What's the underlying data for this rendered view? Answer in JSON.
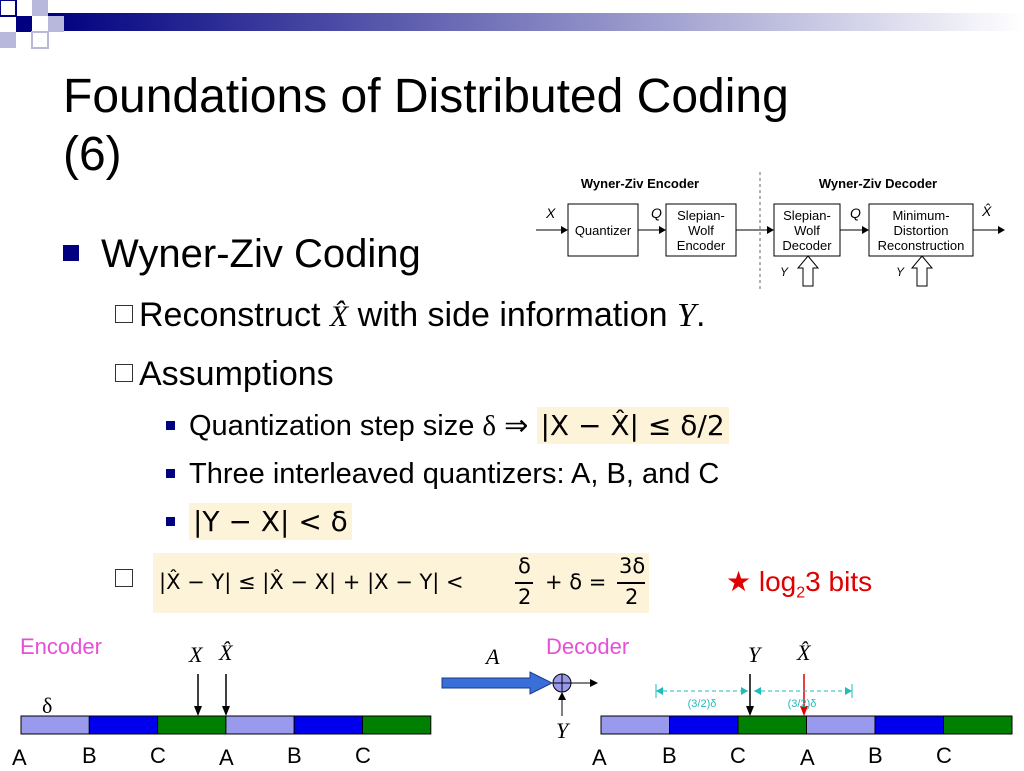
{
  "slide": {
    "title_line1": "Foundations of Distributed Coding",
    "title_line2": "(6)",
    "bullet1": "Wyner-Ziv Coding",
    "sub1_pre": "Reconstruct",
    "sub1_mid": "with side information",
    "sub1_end": ".",
    "sub2": "Assumptions",
    "item1": "Quantization step size",
    "item2": "Three interleaved quantizers: A, B, and C",
    "bits_pre": "log",
    "bits_sub": "2",
    "bits_post": "3 bits"
  },
  "math": {
    "X": "X",
    "Y": "Y",
    "Xhat": "X̂",
    "delta": "δ",
    "implies": "⇒",
    "eq1": "|X − X̂| ≤ δ/2",
    "eq2": "|Y − X| < δ",
    "eq3_a": "|X̂ − Y| ≤ |X̂ − X| + |X − Y| <",
    "eq3_frac1_num": "δ",
    "eq3_frac1_den": "2",
    "eq3_b": "+ δ =",
    "eq3_frac2_num": "3δ",
    "eq3_frac2_den": "2"
  },
  "block_diagram": {
    "encoder_title": "Wyner-Ziv Encoder",
    "decoder_title": "Wyner-Ziv Decoder",
    "quantizer": "Quantizer",
    "sw_encoder": [
      "Slepian-",
      "Wolf",
      "Encoder"
    ],
    "sw_decoder": [
      "Slepian-",
      "Wolf",
      "Decoder"
    ],
    "reconstruction": [
      "Minimum-",
      "Distortion",
      "Reconstruction"
    ],
    "input": "X",
    "q1": "Q",
    "q2": "Q",
    "output": "X̂",
    "side1": "Y",
    "side2": "Y"
  },
  "quantizer_diagram": {
    "encoder_label": "Encoder",
    "decoder_label": "Decoder",
    "delta": "δ",
    "left_labels": [
      "A",
      "B",
      "C",
      "A",
      "B",
      "C"
    ],
    "right_labels": [
      "A",
      "B",
      "C",
      "A",
      "B",
      "C"
    ],
    "arrow_input": "A",
    "side_info": "Y",
    "span_left": "(3/2)δ",
    "span_right": "(3/2)δ",
    "colors": {
      "A": "#9999ee",
      "B": "#0000ee",
      "C": "#008000"
    }
  }
}
